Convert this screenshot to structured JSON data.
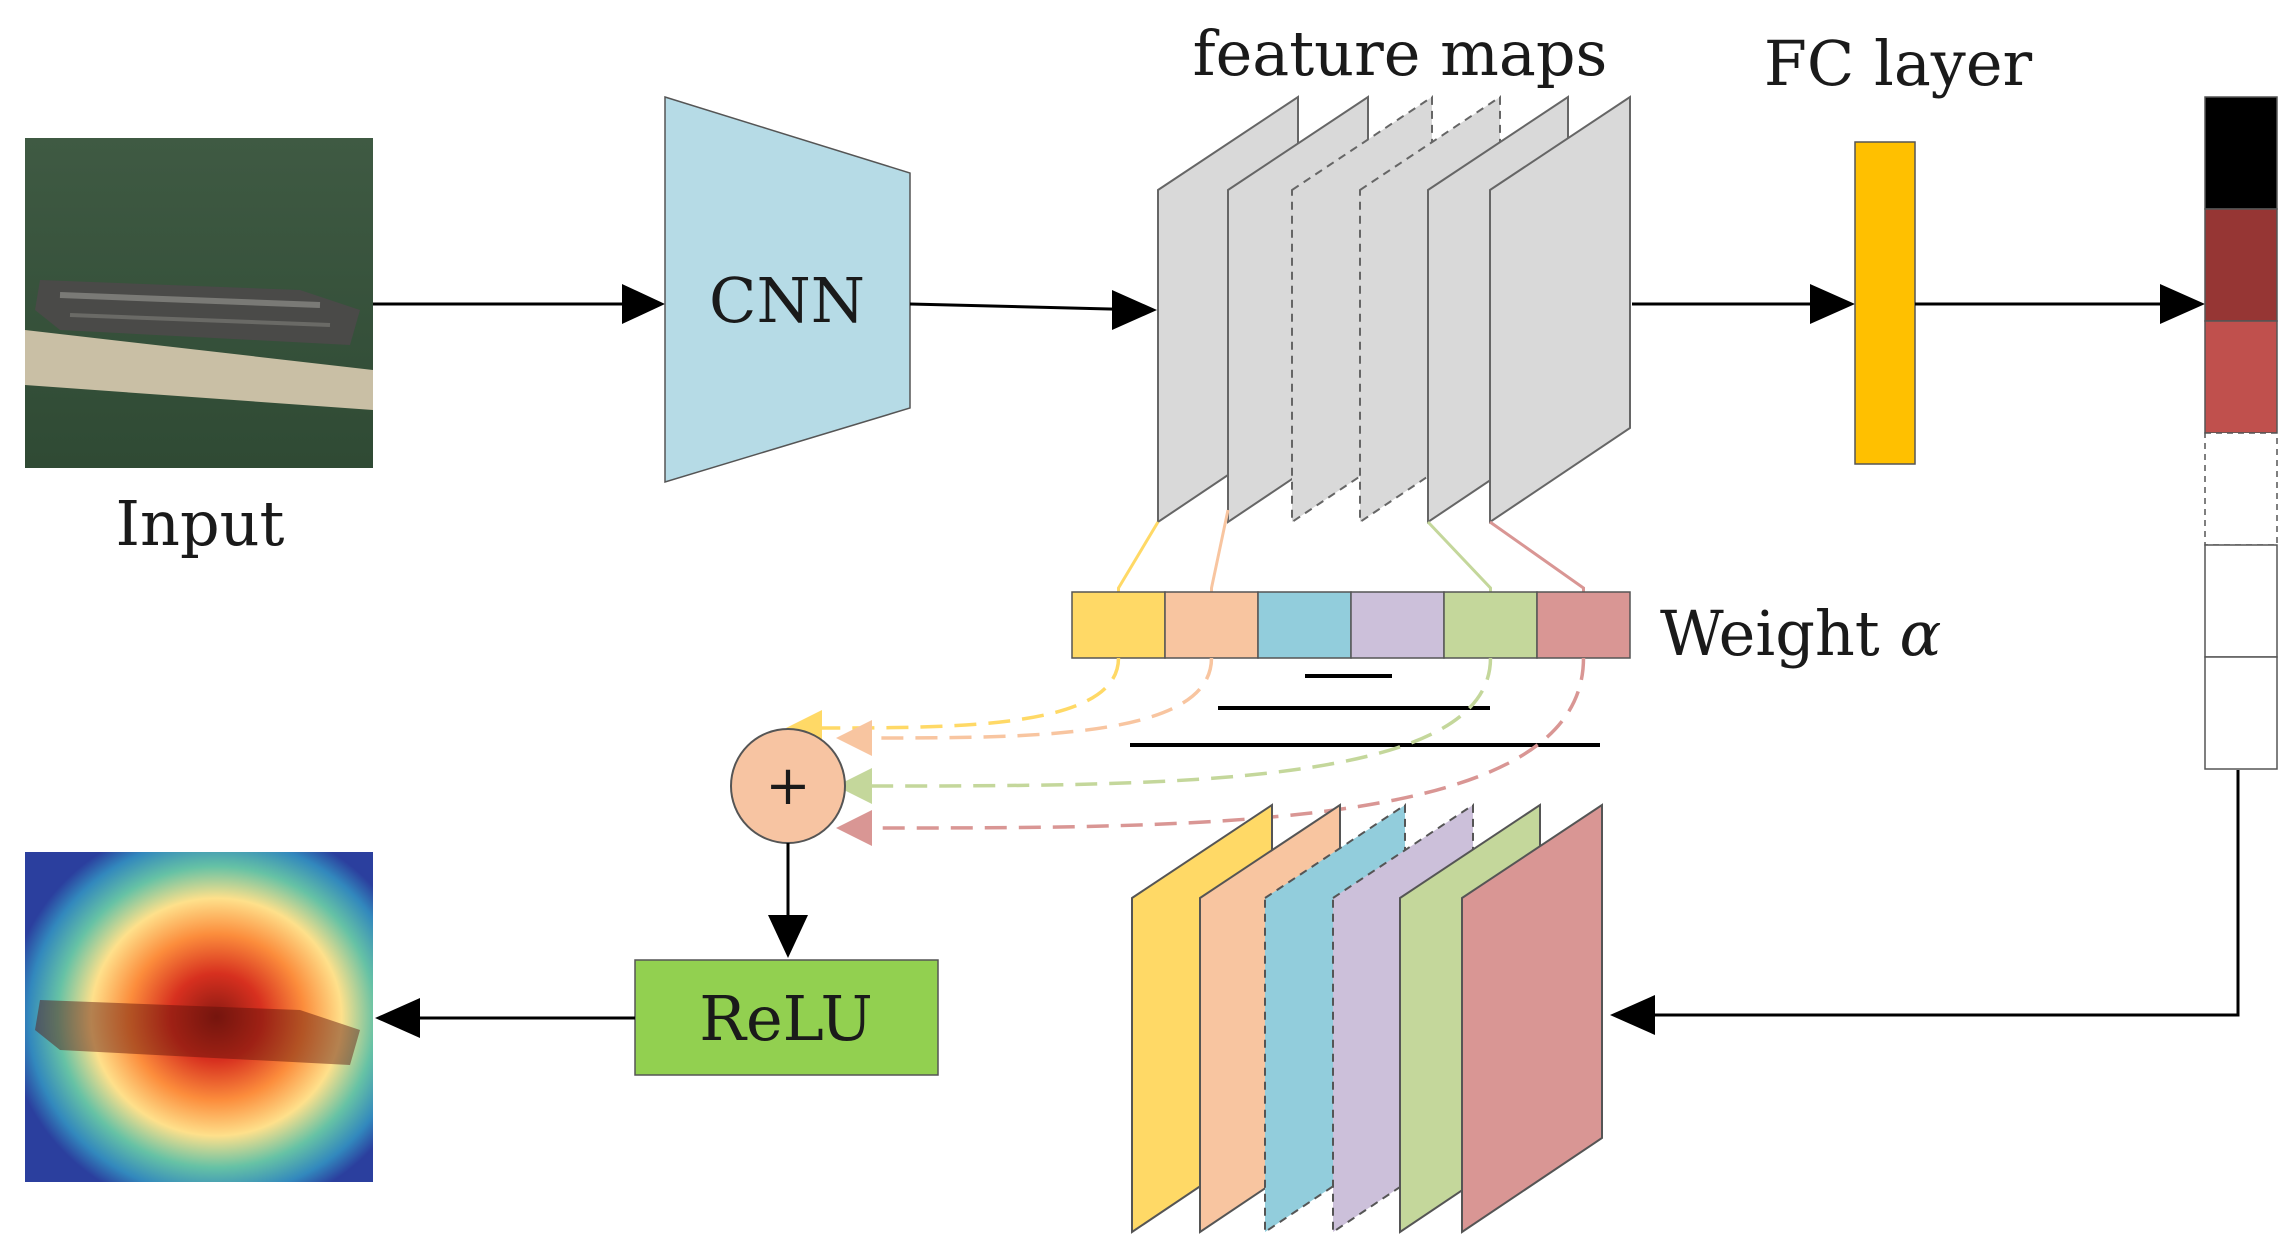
{
  "labels": {
    "input": "Input",
    "cnn": "CNN",
    "feature_maps": "feature maps",
    "fc_layer": "FC layer",
    "weight": "Weight ",
    "weight_symbol": "α",
    "plus": "+",
    "relu": "ReLU"
  },
  "colors": {
    "cnn_fill": "#b6dbe6",
    "feature_map_fill": "#d9d9d9",
    "fc_fill": "#ffc000",
    "plus_fill": "#f7c4a2",
    "relu_fill": "#92d050",
    "weights": [
      "#ffd966",
      "#f8c5a0",
      "#92cddc",
      "#ccc0da",
      "#c4d79b",
      "#d99694"
    ],
    "output_vector": [
      "#000000",
      "#963634",
      "#c0504d",
      "#ffffff",
      "#ffffff",
      "#ffffff"
    ]
  },
  "weight_channels": [
    {
      "color": "#ffd966",
      "dashed": false
    },
    {
      "color": "#f8c5a0",
      "dashed": false
    },
    {
      "color": "#92cddc",
      "dashed": true
    },
    {
      "color": "#ccc0da",
      "dashed": true
    },
    {
      "color": "#c4d79b",
      "dashed": false
    },
    {
      "color": "#d99694",
      "dashed": false
    }
  ],
  "feature_map_dashed": [
    false,
    false,
    true,
    true,
    false,
    false
  ]
}
